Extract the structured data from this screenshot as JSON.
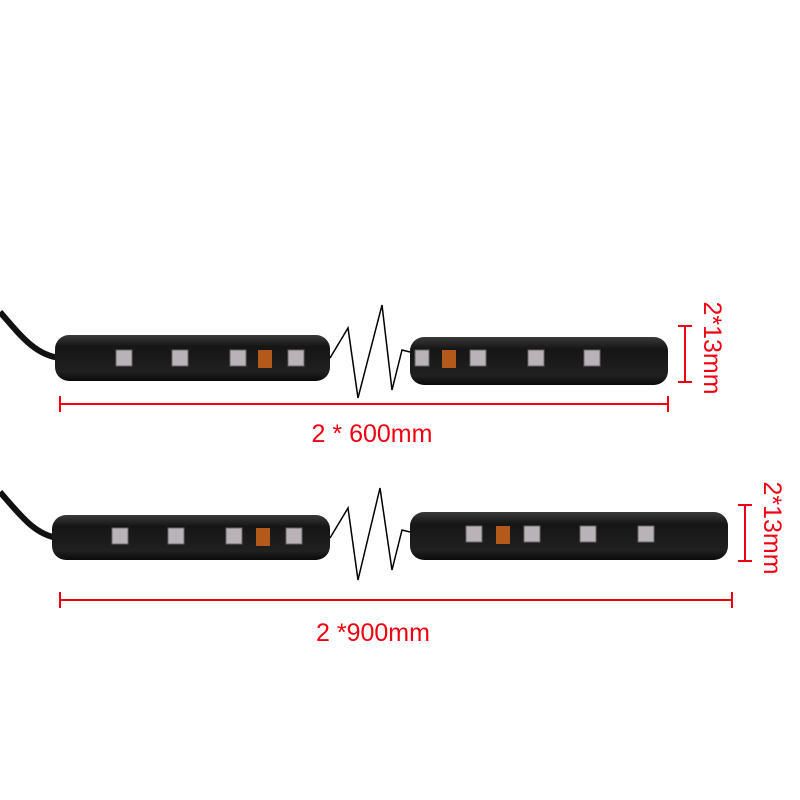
{
  "strips": [
    {
      "length_label": "2 * 600mm",
      "height_label": "2*13mm"
    },
    {
      "length_label": "2 *900mm",
      "height_label": "2*13mm"
    }
  ],
  "colors": {
    "dimension": "#f00010",
    "strip": "#1a1a1a",
    "cable": "#111111"
  }
}
